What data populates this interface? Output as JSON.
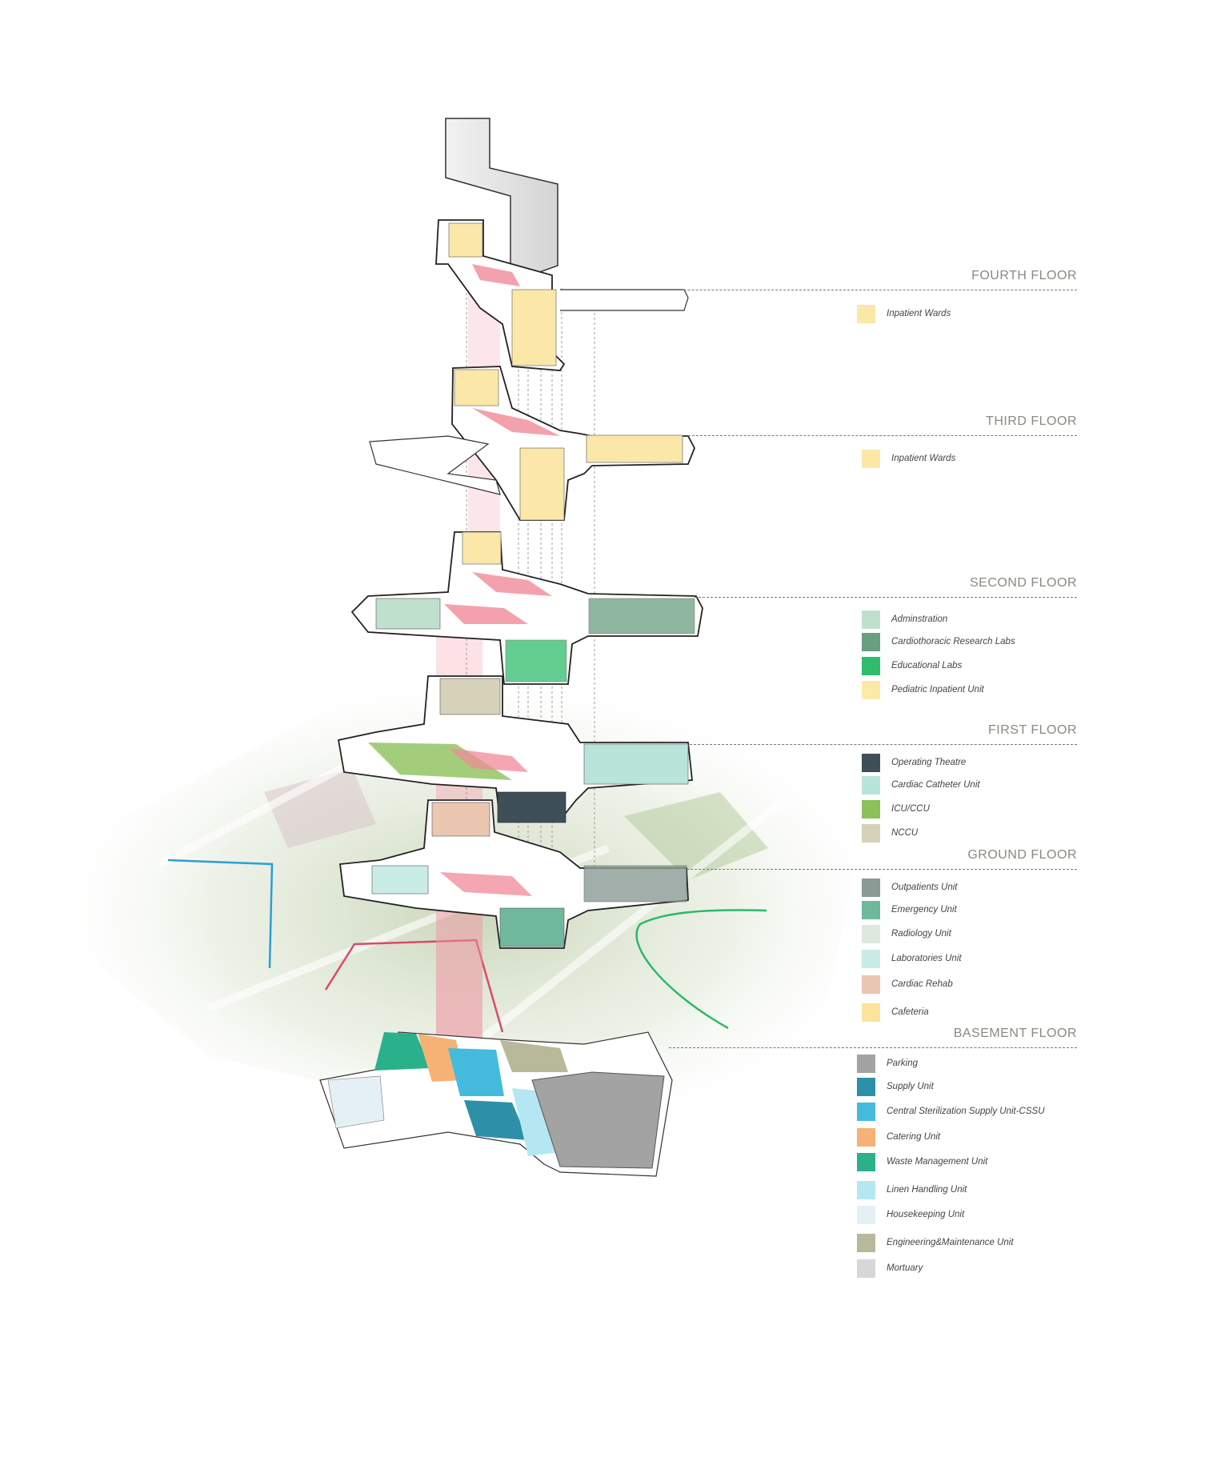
{
  "colors": {
    "inpatient": "#fbe7a8",
    "circulation_red": "#f08a98",
    "admin": "#bfe0cc",
    "research": "#6a9e80",
    "edu": "#2ebd6a",
    "pediatric": "#fbeaa8",
    "operating": "#3f4f58",
    "catheter": "#b9e4da",
    "icu": "#8cc05a",
    "nccu": "#d6d2ba",
    "outpatient": "#8a9a94",
    "emergency": "#6fb89c",
    "radiology": "#dfe8df",
    "laboratories": "#c9ece6",
    "rehab": "#ebc6b0",
    "cafeteria": "#fde49c",
    "parking": "#a3a3a3",
    "supply": "#2e8fa8",
    "cssu": "#44bbdc",
    "catering": "#f6b274",
    "waste": "#2bb08c",
    "linen": "#b5e7f3",
    "housekeeping": "#e5eff6",
    "engineering": "#b8b99a",
    "mortuary": "#d7d7d7"
  },
  "floors": [
    {
      "id": "fourth",
      "title": "FOURTH FLOOR",
      "legend": [
        {
          "label": "Inpatient Wards",
          "color": "#fbe7a8"
        }
      ]
    },
    {
      "id": "third",
      "title": "THIRD FLOOR",
      "legend": [
        {
          "label": "Inpatient Wards",
          "color": "#fbe7a8"
        }
      ]
    },
    {
      "id": "second",
      "title": "SECOND FLOOR",
      "legend": [
        {
          "label": "Adminstration",
          "color": "#bfe0cc"
        },
        {
          "label": "Cardiothoracic Research Labs",
          "color": "#6a9e80"
        },
        {
          "label": "Educational Labs",
          "color": "#2ebd6a"
        },
        {
          "label": "Pediatric Inpatient Unit",
          "color": "#fbeaa8"
        }
      ]
    },
    {
      "id": "first",
      "title": "FIRST FLOOR",
      "legend": [
        {
          "label": "Operating Theatre",
          "color": "#3f4f58"
        },
        {
          "label": "Cardiac Catheter Unit",
          "color": "#b9e4da"
        },
        {
          "label": "ICU/CCU",
          "color": "#8cc05a"
        },
        {
          "label": "NCCU",
          "color": "#d6d2ba"
        }
      ]
    },
    {
      "id": "ground",
      "title": "GROUND FLOOR",
      "legend": [
        {
          "label": "Outpatients Unit",
          "color": "#8a9a94"
        },
        {
          "label": "Emergency Unit",
          "color": "#6fb89c"
        },
        {
          "label": "Radiology Unit",
          "color": "#dfe8df"
        },
        {
          "label": "Laboratories Unit",
          "color": "#c9ece6"
        },
        {
          "label": "Cardiac Rehab",
          "color": "#ebc6b0"
        },
        {
          "label": "Cafeteria",
          "color": "#fde49c"
        }
      ]
    },
    {
      "id": "basement",
      "title": "BASEMENT FLOOR",
      "legend": [
        {
          "label": "Parking",
          "color": "#a3a3a3"
        },
        {
          "label": "Supply Unit",
          "color": "#2e8fa8"
        },
        {
          "label": "Central Sterilization Supply Unit-CSSU",
          "color": "#44bbdc"
        },
        {
          "label": "Catering Unit",
          "color": "#f6b274"
        },
        {
          "label": "Waste Management Unit",
          "color": "#2bb08c"
        },
        {
          "label": "Linen Handling Unit",
          "color": "#b5e7f3"
        },
        {
          "label": "Housekeeping Unit",
          "color": "#e5eff6"
        },
        {
          "label": "Engineering&Maintenance Unit",
          "color": "#b8b99a"
        },
        {
          "label": "Mortuary",
          "color": "#d7d7d7"
        }
      ]
    }
  ]
}
